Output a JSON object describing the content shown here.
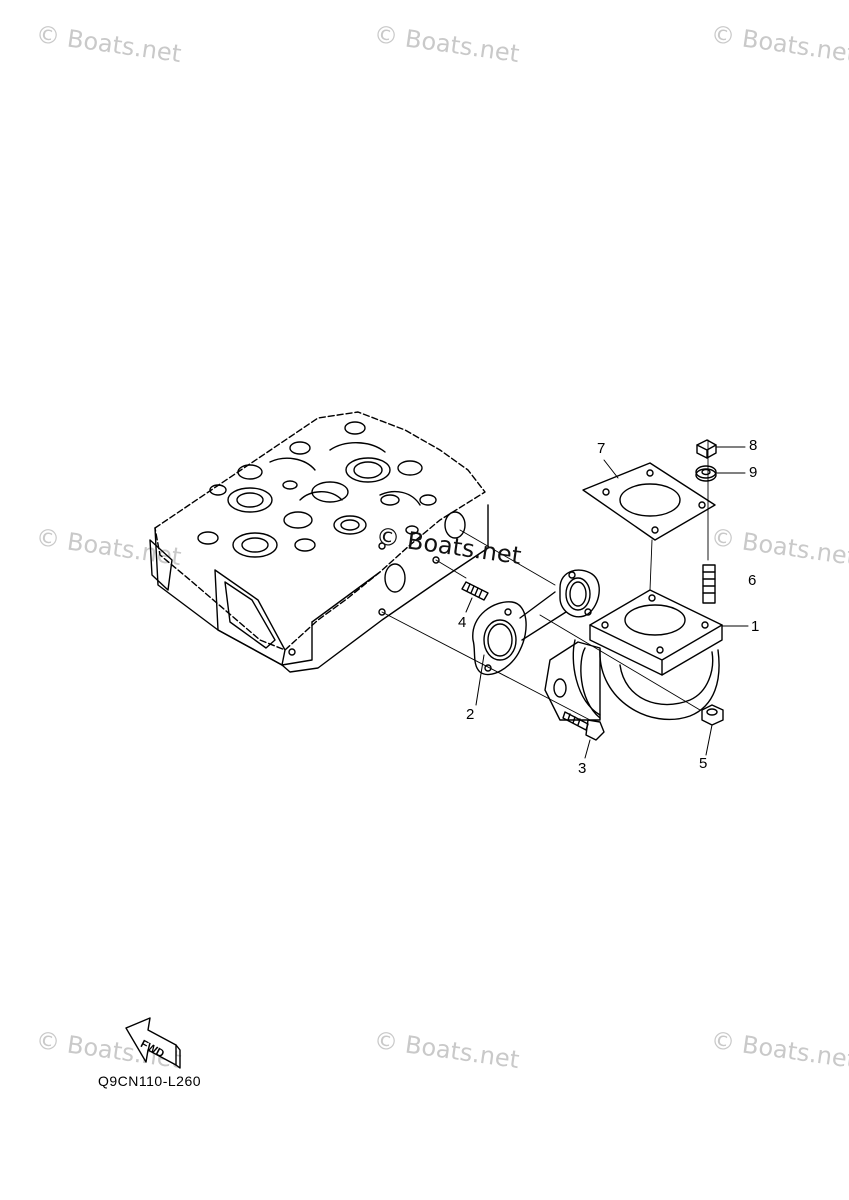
{
  "watermark": "© Boats.net",
  "callouts": {
    "c1": "1",
    "c2": "2",
    "c3": "3",
    "c4": "4",
    "c5": "5",
    "c6": "6",
    "c7": "7",
    "c8": "8",
    "c9": "9"
  },
  "fwd_label": "FWD",
  "figure_code": "Q9CN110-L260"
}
